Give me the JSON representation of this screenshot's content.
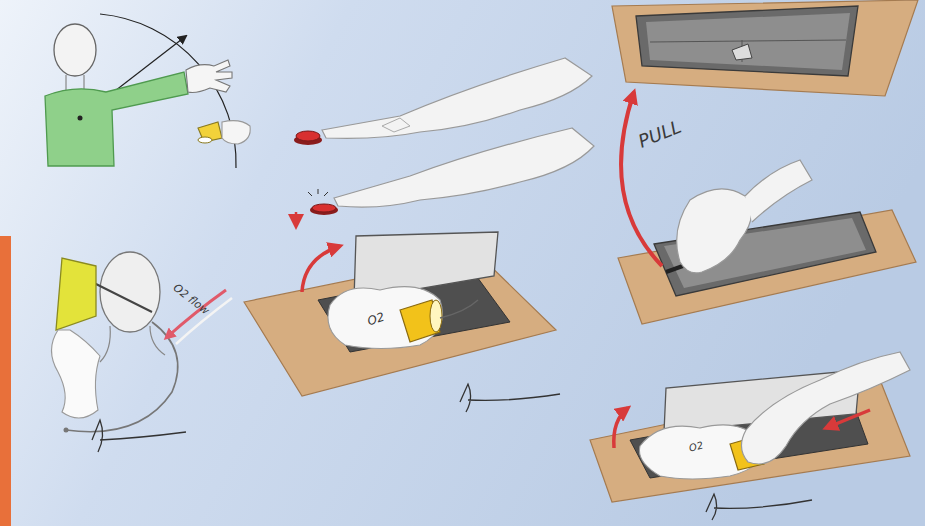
{
  "diagram": {
    "labels": [
      "O2 flow",
      "O2",
      "PULL",
      "O2"
    ]
  }
}
